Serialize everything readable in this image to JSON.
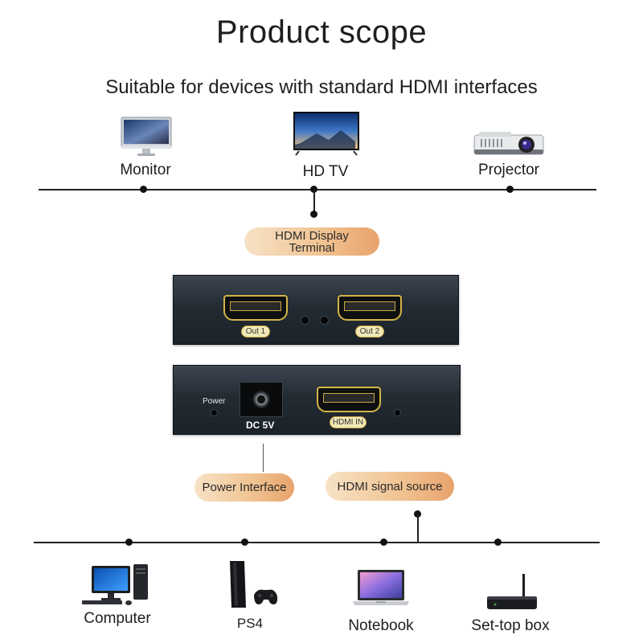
{
  "title": "Product scope",
  "subtitle": "Suitable for devices with standard HDMI interfaces",
  "outputs": [
    {
      "label": "Monitor",
      "icon": "monitor-icon"
    },
    {
      "label": "HD TV",
      "icon": "tv-icon"
    },
    {
      "label": "Projector",
      "icon": "projector-icon"
    }
  ],
  "display_terminal_label": "HDMI Display Terminal",
  "front_panel": {
    "port1_label": "Out 1",
    "port2_label": "Out 2"
  },
  "rear_panel": {
    "power_label": "Power",
    "dc_label": "DC 5V",
    "hdmi_in_label": "HDMI IN"
  },
  "power_interface_label": "Power Interface",
  "signal_source_label": "HDMI signal source",
  "sources": [
    {
      "label": "Computer",
      "icon": "computer-icon"
    },
    {
      "label": "PS4",
      "icon": "ps4-icon"
    },
    {
      "label": "Notebook",
      "icon": "notebook-icon"
    },
    {
      "label": "Set-top box",
      "icon": "set-top-box-icon"
    }
  ],
  "colors": {
    "pill_start": "#f7e2c6",
    "pill_end": "#e8a36c",
    "device_body": "#232b33",
    "port_accent": "#d3b447"
  }
}
